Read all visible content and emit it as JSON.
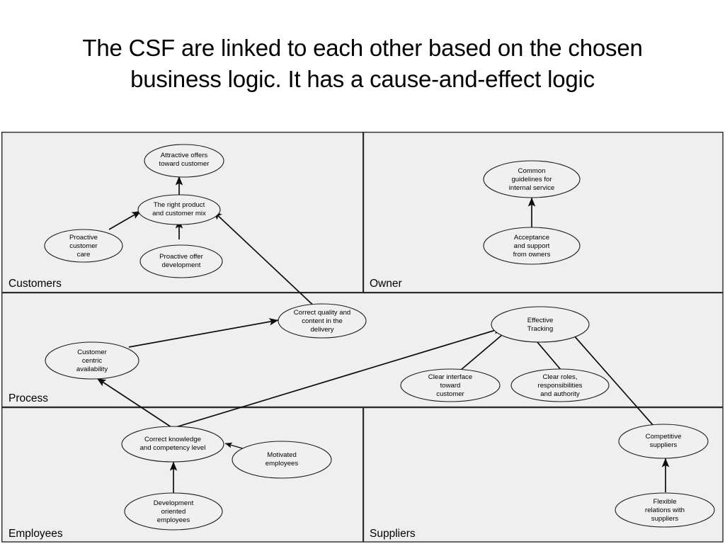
{
  "title": {
    "line1": "The CSF are linked to each other based on the chosen",
    "line2": "business logic. It has a cause-and-effect logic"
  },
  "colors": {
    "page_background": "#ffffff",
    "panel_background": "#efefef",
    "node_fill": "#f0f0f0",
    "stroke": "#0d0d0d",
    "text": "#000000"
  },
  "panels": [
    {
      "id": "customers",
      "label": "Customers"
    },
    {
      "id": "owner",
      "label": "Owner"
    },
    {
      "id": "process",
      "label": "Process"
    },
    {
      "id": "employees",
      "label": "Employees"
    },
    {
      "id": "suppliers",
      "label": "Suppliers"
    }
  ],
  "nodes": [
    {
      "id": "attractive-offers",
      "panel": "customers",
      "lines": [
        "Attractive offers",
        "toward customer"
      ]
    },
    {
      "id": "right-product",
      "panel": "customers",
      "lines": [
        "The right product",
        "and customer mix"
      ]
    },
    {
      "id": "proactive-care",
      "panel": "customers",
      "lines": [
        "Proactive",
        "customer",
        "care"
      ]
    },
    {
      "id": "proactive-offer",
      "panel": "customers",
      "lines": [
        "Proactive offer",
        "development"
      ]
    },
    {
      "id": "common-guidelines",
      "panel": "owner",
      "lines": [
        "Common",
        "guidelines for",
        "internal service"
      ]
    },
    {
      "id": "acceptance-support",
      "panel": "owner",
      "lines": [
        "Acceptance",
        "and support",
        "from owners"
      ]
    },
    {
      "id": "correct-quality",
      "panel": "process",
      "lines": [
        "Correct quality and",
        "content in the",
        "delivery"
      ]
    },
    {
      "id": "customer-centric",
      "panel": "process",
      "lines": [
        "Customer",
        "centric",
        "availability"
      ]
    },
    {
      "id": "effective-tracking",
      "panel": "process",
      "lines": [
        "Effective",
        "Tracking"
      ]
    },
    {
      "id": "clear-interface",
      "panel": "process",
      "lines": [
        "Clear interface",
        "toward",
        "customer"
      ]
    },
    {
      "id": "clear-roles",
      "panel": "process",
      "lines": [
        "Clear roles,",
        "responsibilities",
        "and authority"
      ]
    },
    {
      "id": "correct-knowledge",
      "panel": "employees",
      "lines": [
        "Correct knowledge",
        "and competency level"
      ]
    },
    {
      "id": "motivated-employees",
      "panel": "employees",
      "lines": [
        "Motivated",
        "employees"
      ]
    },
    {
      "id": "development-oriented",
      "panel": "employees",
      "lines": [
        "Development",
        "oriented",
        "employees"
      ]
    },
    {
      "id": "competitive-suppliers",
      "panel": "suppliers",
      "lines": [
        "Competitive",
        "suppliers"
      ]
    },
    {
      "id": "flexible-relations",
      "panel": "suppliers",
      "lines": [
        "Flexible",
        "relations with",
        "suppliers"
      ]
    }
  ],
  "edges": [
    {
      "from": "right-product",
      "to": "attractive-offers",
      "arrow": true
    },
    {
      "from": "proactive-care",
      "to": "right-product",
      "arrow": true
    },
    {
      "from": "proactive-offer",
      "to": "right-product",
      "arrow": true
    },
    {
      "from": "correct-quality",
      "to": "right-product",
      "arrow": true
    },
    {
      "from": "acceptance-support",
      "to": "common-guidelines",
      "arrow": true
    },
    {
      "from": "customer-centric",
      "to": "correct-quality",
      "arrow": true
    },
    {
      "from": "correct-knowledge",
      "to": "customer-centric",
      "arrow": true
    },
    {
      "from": "correct-knowledge",
      "to": "effective-tracking",
      "arrow": true
    },
    {
      "from": "clear-interface",
      "to": "effective-tracking",
      "arrow": false
    },
    {
      "from": "clear-roles",
      "to": "effective-tracking",
      "arrow": false
    },
    {
      "from": "competitive-suppliers",
      "to": "effective-tracking",
      "arrow": false
    },
    {
      "from": "motivated-employees",
      "to": "correct-knowledge",
      "arrow": true
    },
    {
      "from": "development-oriented",
      "to": "correct-knowledge",
      "arrow": true
    },
    {
      "from": "flexible-relations",
      "to": "competitive-suppliers",
      "arrow": true
    }
  ]
}
